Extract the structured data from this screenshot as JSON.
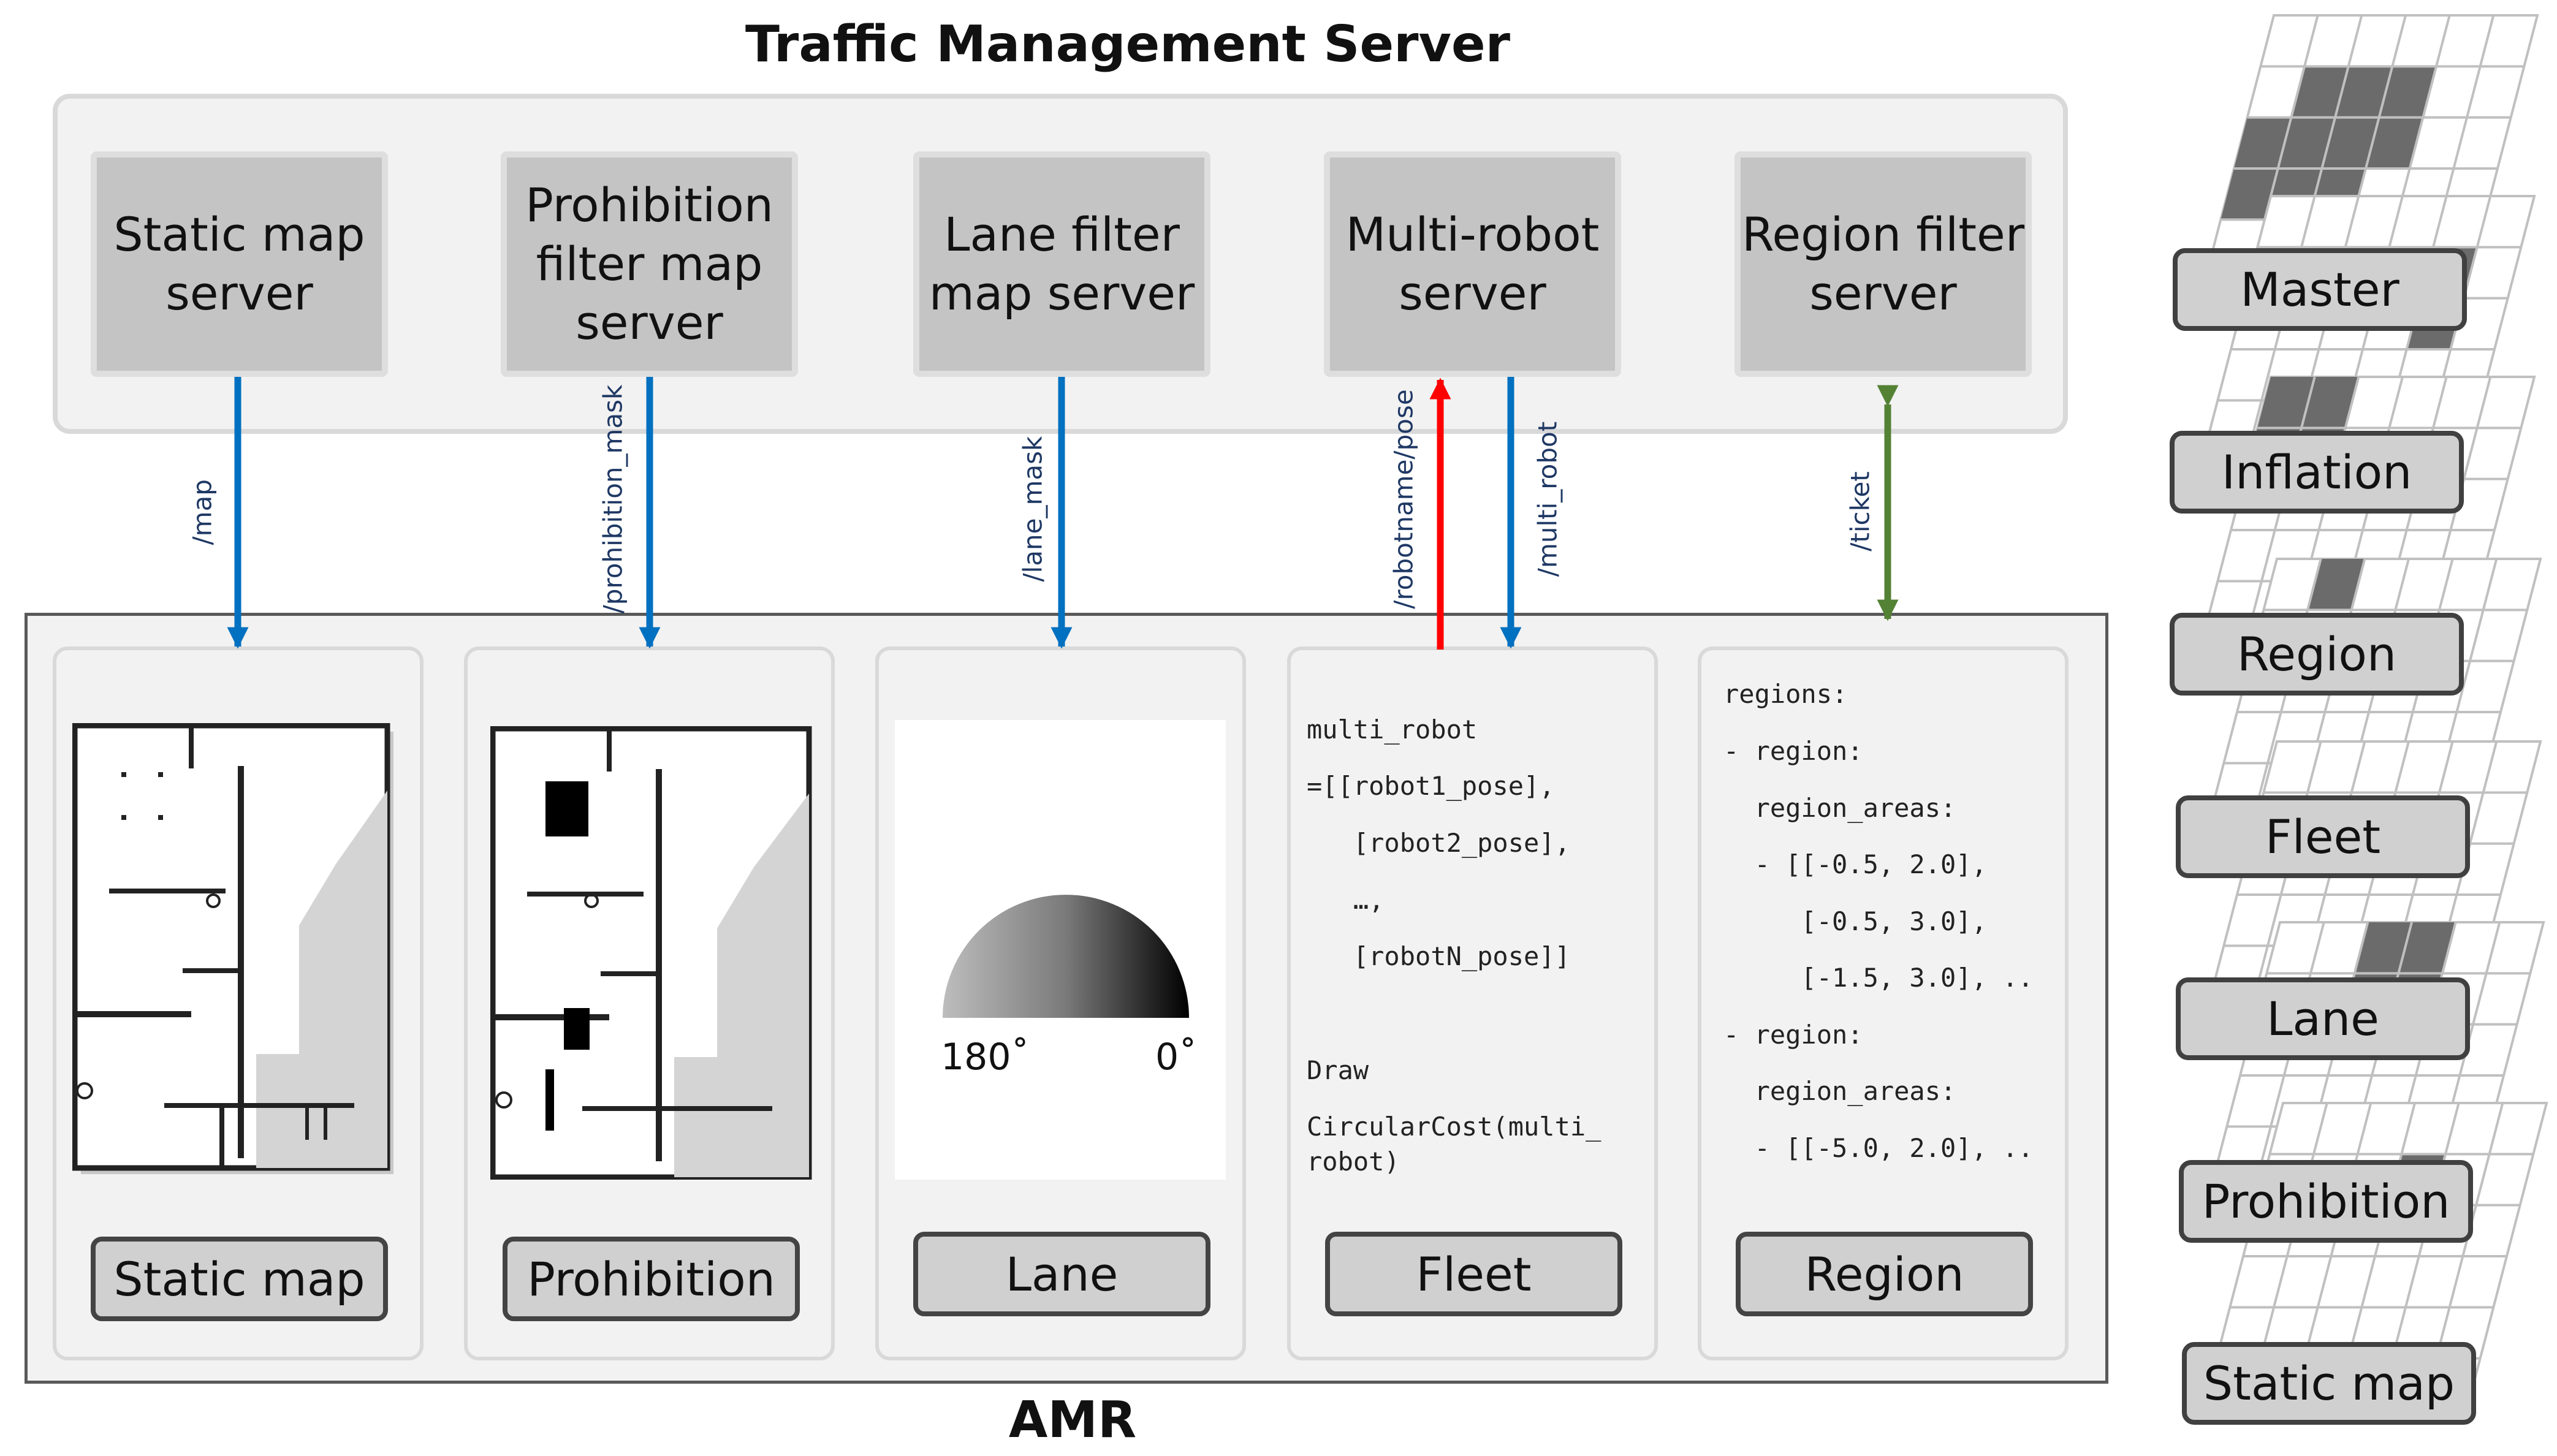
{
  "tms": {
    "title": "Traffic Management Server",
    "servers": [
      {
        "label": "Static map\nserver"
      },
      {
        "label": "Prohibition\nfilter map\nserver"
      },
      {
        "label": "Lane filter\nmap server"
      },
      {
        "label": "Multi-robot\nserver"
      },
      {
        "label": "Region filter\nserver"
      }
    ]
  },
  "topics": {
    "map": "/map",
    "prohibition": "/prohibition_mask",
    "lane": "/lane_mask",
    "pose": "/robotname/pose",
    "multi_robot": "/multi_robot",
    "ticket": "/ticket"
  },
  "amr": {
    "title": "AMR",
    "panels": [
      {
        "label": "Static map"
      },
      {
        "label": "Prohibition"
      },
      {
        "label": "Lane"
      },
      {
        "label": "Fleet"
      },
      {
        "label": "Region"
      }
    ],
    "lane": {
      "angle_left": "180˚",
      "angle_right": "0˚"
    },
    "fleet_code": [
      "multi_robot",
      "=[[robot1_pose],",
      "   [robot2_pose],",
      "   …,",
      "   [robotN_pose]]",
      "Draw",
      "CircularCost(multi_",
      "robot)"
    ],
    "region_code": [
      "regions:",
      "- region:",
      "  region_areas:",
      "  - [[-0.5, 2.0],",
      "     [-0.5, 3.0],",
      "     [-1.5, 3.0], ..",
      "- region:",
      "  region_areas:",
      "  - [[-5.0, 2.0], .."
    ]
  },
  "layers": [
    {
      "label": "Master"
    },
    {
      "label": "Inflation"
    },
    {
      "label": "Region"
    },
    {
      "label": "Fleet"
    },
    {
      "label": "Lane"
    },
    {
      "label": "Prohibition"
    },
    {
      "label": "Static map"
    }
  ],
  "colors": {
    "blue_arrow": "#0070c0",
    "red_arrow": "#ff0000",
    "green_arrow": "#548235",
    "grid_line": "#c0c0c0",
    "grid_fill_dark": "#6b6b6b"
  }
}
